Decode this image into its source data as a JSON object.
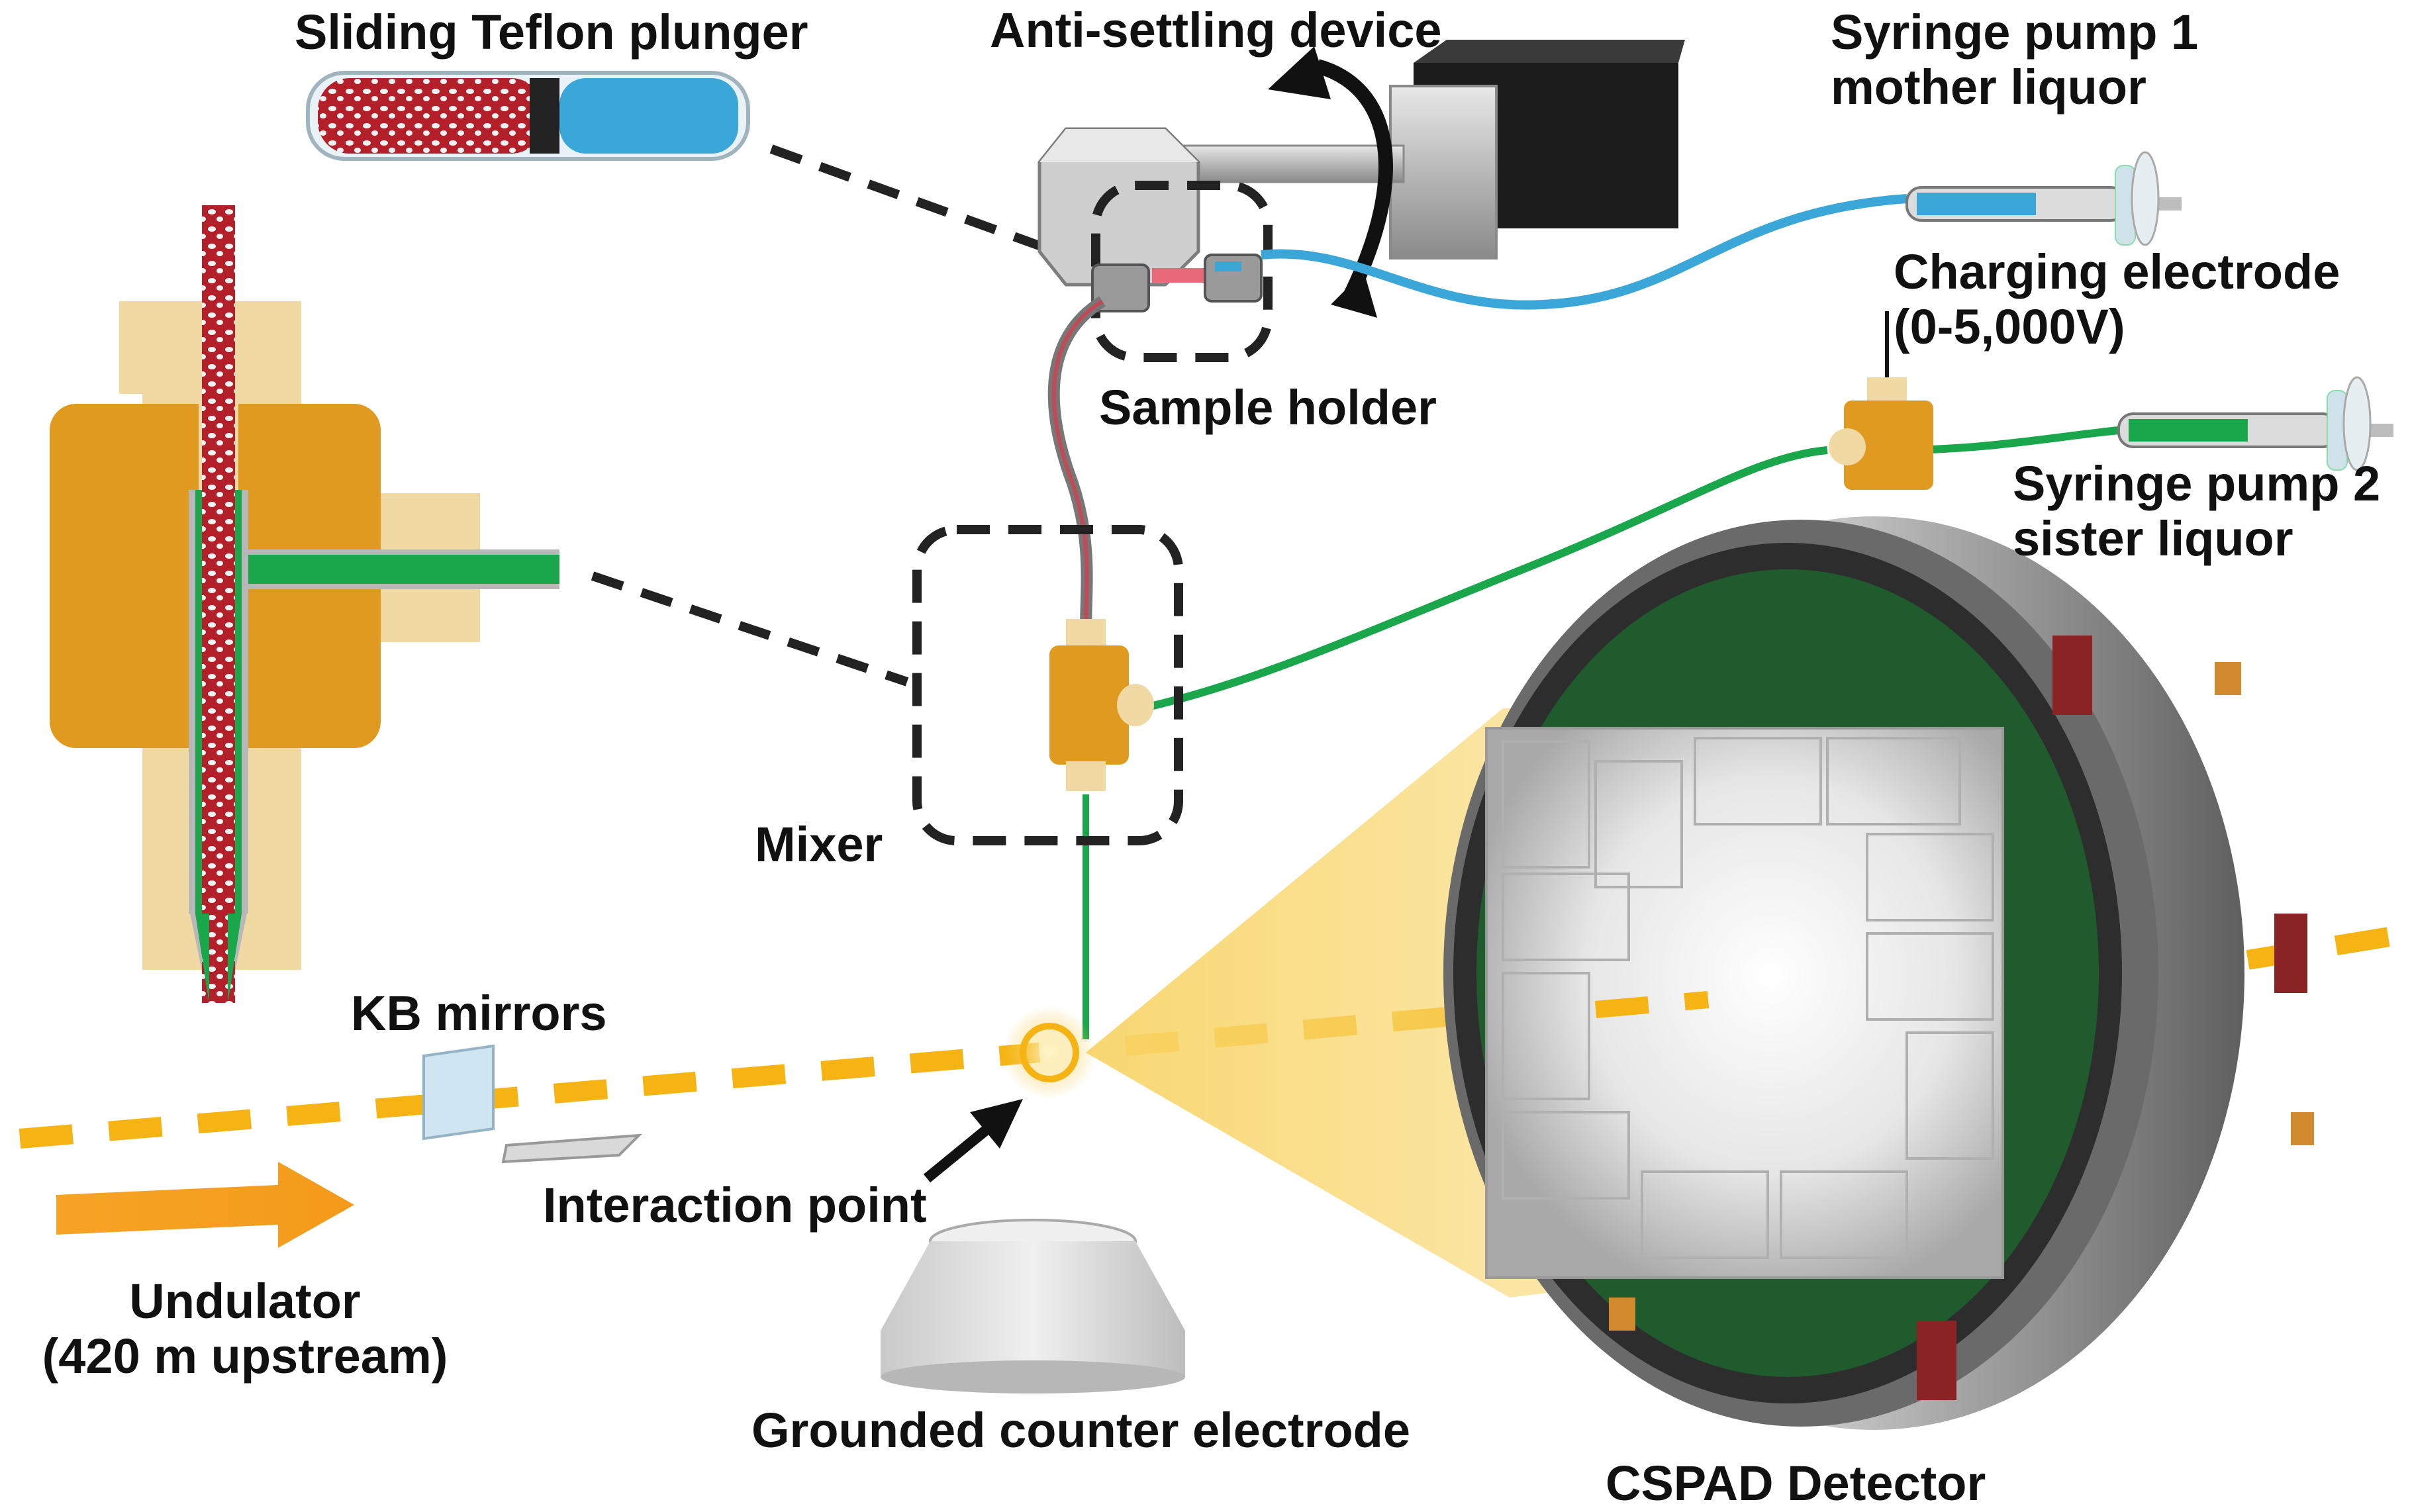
{
  "labels": {
    "plunger": "Sliding Teflon plunger",
    "anti_settling": "Anti-settling device",
    "pump1_line1": "Syringe pump 1",
    "pump1_line2": "mother liquor",
    "charging_line1": "Charging electrode",
    "charging_line2": "(0-5,000V)",
    "sample_holder": "Sample holder",
    "pump2_line1": "Syringe pump 2",
    "pump2_line2": "sister liquor",
    "mixer": "Mixer",
    "kb_mirrors": "KB mirrors",
    "interaction_point": "Interaction point",
    "undulator_line1": "Undulator",
    "undulator_line2": "(420 m upstream)",
    "counter_electrode": "Grounded counter electrode",
    "detector": "CSPAD Detector"
  },
  "colors": {
    "sample_red": "#b3202a",
    "sister_green": "#1aa64a",
    "mother_blue": "#3aa7d8",
    "mixer_orange": "#e09a1f",
    "nozzle_tan": "#f1d9a4",
    "beam_yellow": "#f5b414",
    "panel_green": "#1f5b2c",
    "detector_gray": "#9a9a9a"
  }
}
